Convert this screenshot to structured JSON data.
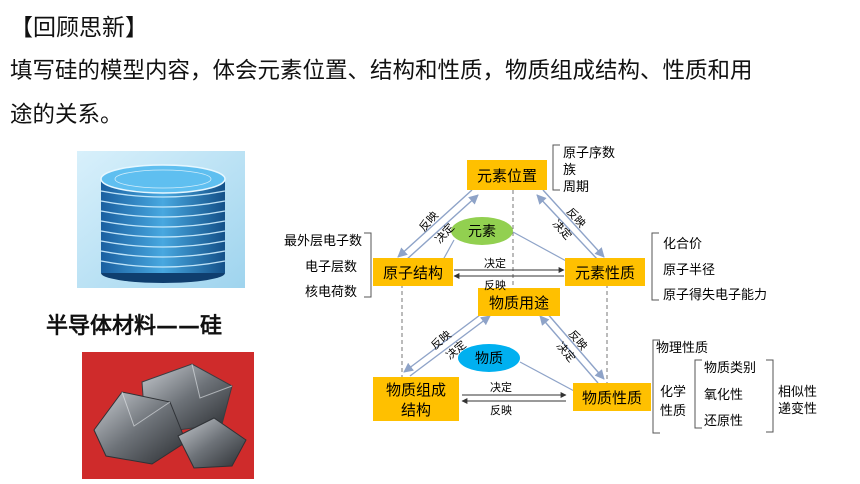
{
  "header": {
    "title": "【回顾思新】",
    "intro_line1": "填写硅的模型内容，体会元素位置、结构和性质，物质组成结构、性质和用",
    "intro_line2": "途的关系。"
  },
  "caption": "半导体材料——硅",
  "diagram": {
    "boxes": {
      "position": "元素位置",
      "structure": "原子结构",
      "property": "元素性质",
      "use": "物质用途",
      "composition_line1": "物质组成",
      "composition_line2": "结构",
      "matter_property": "物质性质"
    },
    "ovals": {
      "element": "元素",
      "matter": "物质"
    },
    "position_list": [
      "原子序数",
      "族",
      "周期"
    ],
    "structure_list": [
      "最外层电子数",
      "电子层数",
      "核电荷数"
    ],
    "property_list": [
      "化合价",
      "原子半径",
      "原子得失电子能力"
    ],
    "matter_property_list": {
      "physical": "物理性质",
      "chem_label_line1": "化学",
      "chem_label_line2": "性质",
      "chem_items": [
        "物质类别",
        "氧化性",
        "还原性"
      ],
      "right_line1": "相似性",
      "right_line2": "递变性"
    },
    "arrow_labels": {
      "reflect": "反映",
      "decide": "决定"
    },
    "colors": {
      "box": "#FFC000",
      "oval": "#92D050",
      "oval2": "#00B0F0",
      "line": "#8EA3C8"
    }
  }
}
